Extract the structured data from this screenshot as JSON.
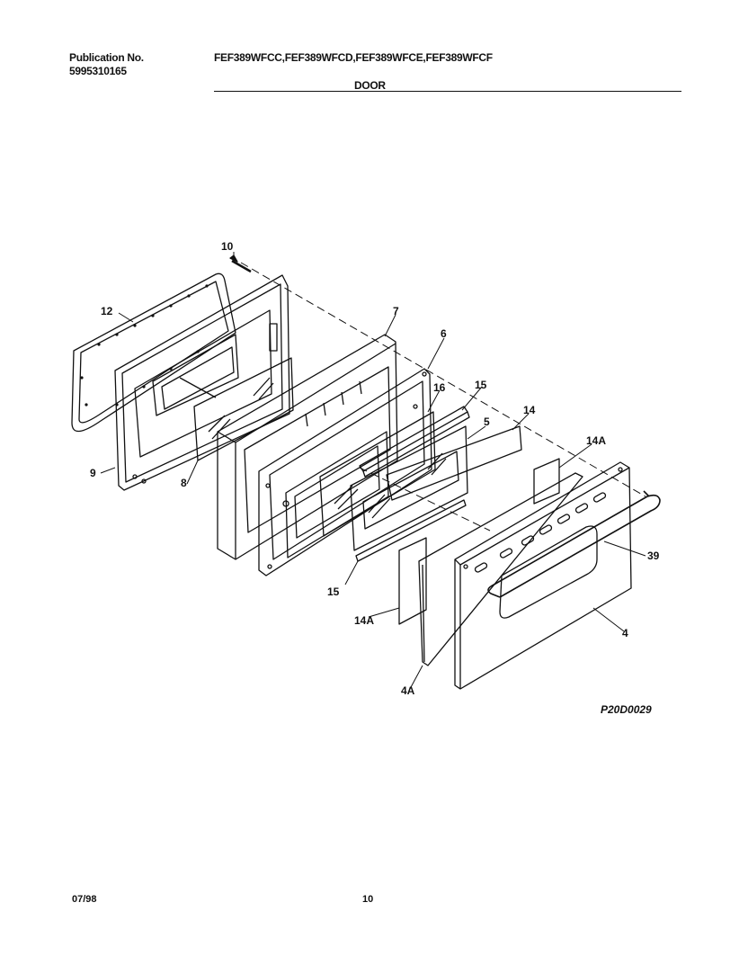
{
  "header": {
    "publication_label": "Publication No.",
    "publication_number": "5995310165",
    "models": "FEF389WFCC,FEF389WFCD,FEF389WFCE,FEF389WFCF",
    "section_title": "DOOR"
  },
  "callouts": {
    "c10": "10",
    "c12": "12",
    "c9": "9",
    "c8": "8",
    "c7": "7",
    "c6": "6",
    "c16": "16",
    "c15a": "15",
    "c5": "5",
    "c14": "14",
    "c14a_top": "14A",
    "c39": "39",
    "c15b": "15",
    "c14a_bottom": "14A",
    "c4": "4",
    "c4a": "4A"
  },
  "diagram_code": "P20D0029",
  "footer": {
    "date": "07/98",
    "page": "10"
  }
}
